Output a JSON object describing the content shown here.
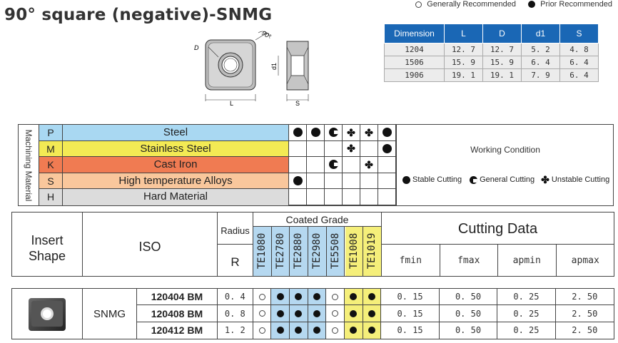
{
  "title": "90° square (negative)-SNMG",
  "legend_top": {
    "general": "Generally Recommended",
    "prior": "Prior Recommended"
  },
  "drawing": {
    "dim_D": "D",
    "dim_L": "L",
    "dim_S": "S",
    "dim_d1": "d1",
    "angle": "90°"
  },
  "dimension_table": {
    "headers": [
      "Dimension",
      "L",
      "D",
      "d1",
      "S"
    ],
    "rows": [
      [
        "1204",
        "12. 7",
        "12. 7",
        "5. 2",
        "4. 8"
      ],
      [
        "1506",
        "15. 9",
        "15. 9",
        "6. 4",
        "6. 4"
      ],
      [
        "1906",
        "19. 1",
        "19. 1",
        "7. 9",
        "6. 4"
      ]
    ]
  },
  "machining": {
    "label": "Machining Material",
    "rows": [
      {
        "code": "P",
        "name": "Steel",
        "color": "#a9d8f2",
        "marks": [
          "dot",
          "dot",
          "half",
          "unst",
          "unst",
          "dot"
        ]
      },
      {
        "code": "M",
        "name": "Stainless Steel",
        "color": "#f3ea54",
        "marks": [
          "",
          "",
          "",
          "unst",
          "",
          "dot"
        ]
      },
      {
        "code": "K",
        "name": "Cast Iron",
        "color": "#f07b52",
        "marks": [
          "",
          "",
          "half",
          "",
          "unst",
          ""
        ]
      },
      {
        "code": "S",
        "name": "High temperature Alloys",
        "color": "#f9c79c",
        "marks": [
          "dot",
          "",
          "",
          "",
          "",
          ""
        ]
      },
      {
        "code": "H",
        "name": "Hard Material",
        "color": "#dcdcdc",
        "marks": [
          "",
          "",
          "",
          "",
          "",
          ""
        ]
      }
    ],
    "working_condition": "Working Condition",
    "wc_legend": {
      "stable": "Stable Cutting",
      "general": "General Cutting",
      "unstable": "Unstable Cutting"
    }
  },
  "grade_header": {
    "insert_shape": "Insert Shape",
    "iso": "ISO",
    "radius": "Radius",
    "r": "R",
    "coated_grade": "Coated Grade",
    "grades": [
      "TE1080",
      "TE2780",
      "TE2880",
      "TE2980",
      "TE5508",
      "TE1008",
      "TE1019"
    ],
    "cutting_data": "Cutting Data",
    "cutting_cols": [
      "fmin",
      "fmax",
      "apmin",
      "apmax"
    ]
  },
  "products": {
    "shape_name": "SNMG",
    "rows": [
      {
        "code": "120404 BM",
        "radius": "0. 4",
        "marks": [
          "ring",
          "dot",
          "dot",
          "dot",
          "ring",
          "dot",
          "dot"
        ],
        "fmin": "0. 15",
        "fmax": "0. 50",
        "apmin": "0. 25",
        "apmax": "2. 50"
      },
      {
        "code": "120408 BM",
        "radius": "0. 8",
        "marks": [
          "ring",
          "dot",
          "dot",
          "dot",
          "ring",
          "dot",
          "dot"
        ],
        "fmin": "0. 15",
        "fmax": "0. 50",
        "apmin": "0. 25",
        "apmax": "2. 50"
      },
      {
        "code": "120412 BM",
        "radius": "1. 2",
        "marks": [
          "ring",
          "dot",
          "dot",
          "dot",
          "ring",
          "dot",
          "dot"
        ],
        "fmin": "0. 15",
        "fmax": "0. 50",
        "apmin": "0. 25",
        "apmax": "2. 50"
      }
    ]
  },
  "colors": {
    "header_blue": "#1a67b5",
    "grade_blue": "#b5d8f0",
    "grade_yellow": "#f5ef7a"
  }
}
